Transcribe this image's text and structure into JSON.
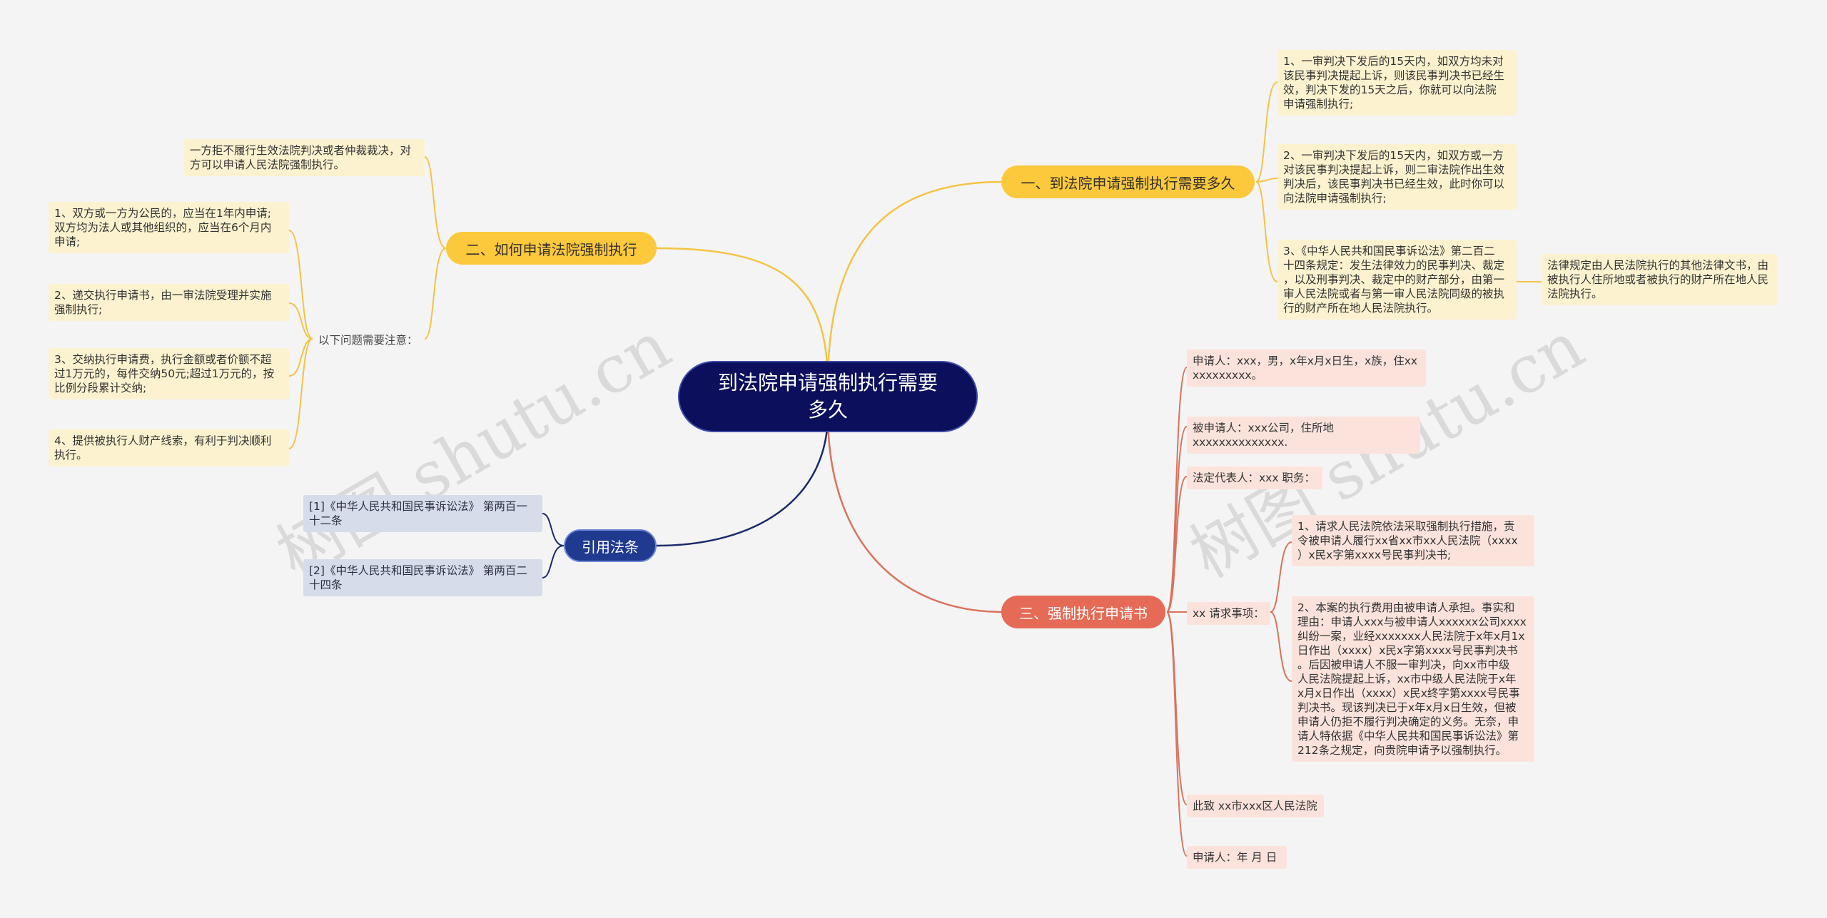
{
  "root": {
    "text": "到法院申请强制执行需要\n多久"
  },
  "branches": {
    "b1": {
      "label": "一、到法院申请强制执行需要多久"
    },
    "b2": {
      "label": "二、如何申请法院强制执行"
    },
    "b3": {
      "label": "三、强制执行申请书"
    },
    "b4": {
      "label": "引用法条"
    }
  },
  "b1_leaves": [
    "1、一审判决下发后的15天内，如双方均未对\n该民事判决提起上诉，则该民事判决书已经生\n效，判决下发的15天之后，你就可以向法院\n申请强制执行;",
    "2、一审判决下发后的15天内，如双方或一方\n对该民事判决提起上诉，则二审法院作出生效\n判决后，该民事判决书已经生效，此时你可以\n向法院申请强制执行;",
    "3、《中华人民共和国民事诉讼法》第二百二\n十四条规定：发生法律效力的民事判决、裁定\n，以及刑事判决、裁定中的财产部分，由第一\n审人民法院或者与第一审人民法院同级的被执\n行的财产所在地人民法院执行。"
  ],
  "b1_sub": "法律规定由人民法院执行的其他法律文书，由\n被执行人住所地或者被执行的财产所在地人民\n法院执行。",
  "b2_top": "一方拒不履行生效法院判决或者仲裁裁决，对\n方可以申请人民法院强制执行。",
  "b2_mid": "以下问题需要注意：",
  "b2_items": [
    "1、双方或一方为公民的，应当在1年内申请;\n双方均为法人或其他组织的，应当在6个月内\n申请;",
    "2、递交执行申请书，由一审法院受理并实施\n强制执行;",
    "3、交纳执行申请费，执行金额或者价额不超\n过1万元的，每件交纳50元;超过1万元的，按\n比例分段累计交纳;",
    "4、提供被执行人财产线索，有利于判决顺利\n执行。"
  ],
  "b3_items": {
    "applicant": "申请人：xxx，男，x年x月x日生，x族，住xx\nxxxxxxxxx。",
    "respondent": "被申请人：xxx公司，住所地xxxxxxxxxxxxxx.",
    "legal_rep": "法定代表人：xxx 职务：",
    "request_label": "xx 请求事项：",
    "req1": "1、请求人民法院依法采取强制执行措施，责\n令被申请人履行xx省xx市xx人民法院（xxxx\n）x民x字第xxxx号民事判决书;",
    "req2": "2、本案的执行费用由被申请人承担。事实和\n理由：申请人xxx与被申请人xxxxxx公司xxxx\n纠纷一案，业经xxxxxxx人民法院于x年x月1x\n日作出（xxxx）x民x字第xxxx号民事判决书\n。后因被申请人不服一审判决，向xx市中级\n人民法院提起上诉，xx市中级人民法院于x年\nx月x日作出（xxxx）x民x终字第xxxx号民事\n判决书。现该判决已于x年x月x日生效，但被\n申请人仍拒不履行判决确定的义务。无奈，申\n请人特依据《中华人民共和国民事诉讼法》第\n212条之规定，向贵院申请予以强制执行。",
    "court": "此致 xx市xxx区人民法院",
    "sign": "申请人：年 月 日"
  },
  "b4_items": [
    "[1]《中华人民共和国民事诉讼法》 第两百一\n十二条",
    "[2]《中华人民共和国民事诉讼法》 第两百二\n十四条"
  ],
  "watermarks": [
    "树图 shutu.cn",
    "树图 shutu.cn"
  ],
  "colors": {
    "yellow_branch": "#fcc93d",
    "red_branch": "#e56b56",
    "blue_branch": "#1f3a8f",
    "root": "#0b0f5c",
    "yellow_line": "#f3c444",
    "red_line": "#d9735d",
    "blue_line": "#1a2a6b"
  }
}
